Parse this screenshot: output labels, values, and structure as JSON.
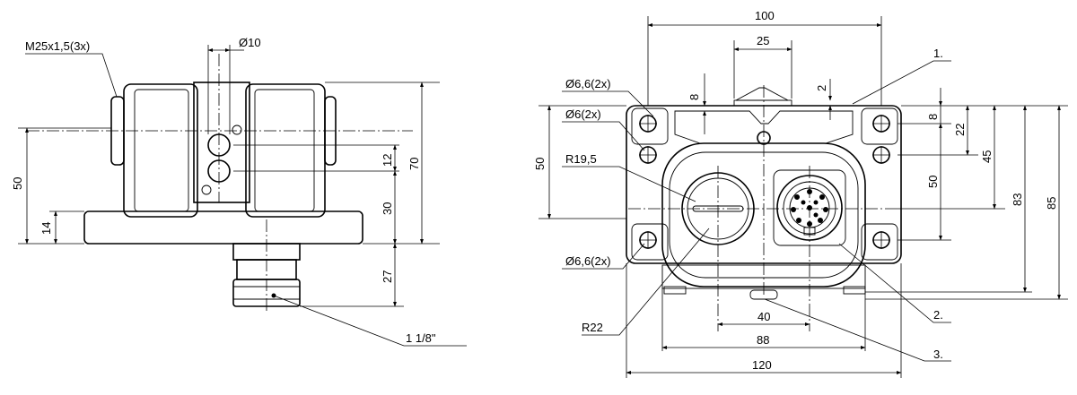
{
  "side_view": {
    "thread_label": "M25x1,5(3x)",
    "diameter_label": "Ø10",
    "dims": [
      "50",
      "14",
      "12",
      "30",
      "70",
      "27"
    ],
    "connector_label": "1 1/8\""
  },
  "front_view": {
    "dims_top": [
      "100",
      "25",
      "8",
      "2"
    ],
    "hole_labels": [
      "Ø6,6(2x)",
      "Ø6(2x)",
      "Ø6,6(2x)"
    ],
    "radius_labels": [
      "R19,5",
      "R22"
    ],
    "dims_left": [
      "50"
    ],
    "dims_right": [
      "8",
      "22",
      "45",
      "50",
      "83",
      "85"
    ],
    "dims_bottom": [
      "40",
      "88",
      "120"
    ],
    "callouts": [
      "1.",
      "2.",
      "3."
    ]
  }
}
